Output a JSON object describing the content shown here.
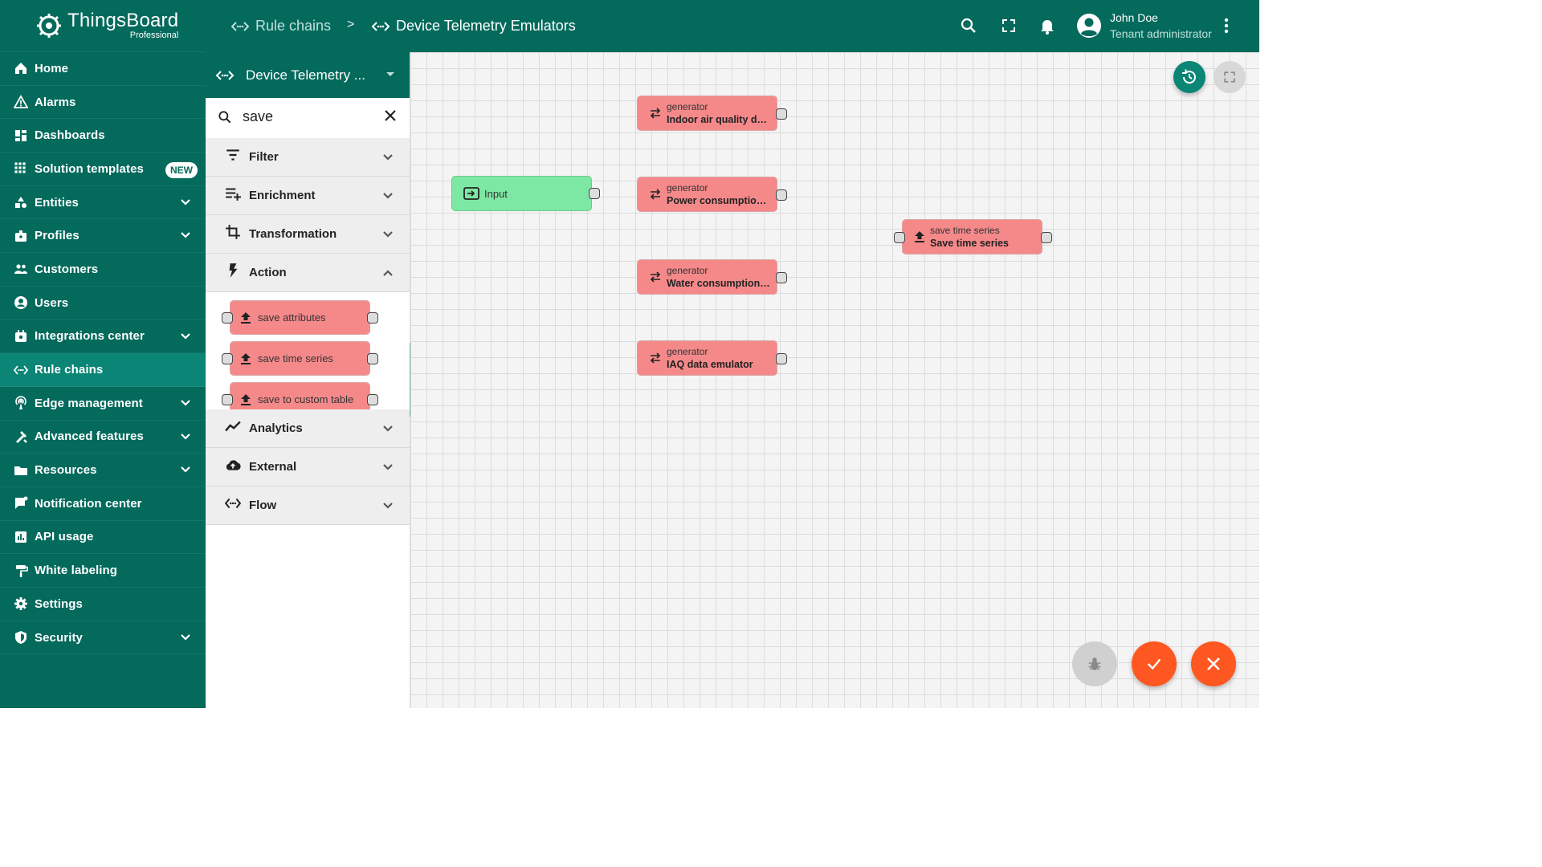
{
  "brand": {
    "name": "ThingsBoard",
    "edition": "Professional"
  },
  "sidebar": {
    "items": [
      {
        "label": "Home",
        "icon": "home-icon"
      },
      {
        "label": "Alarms",
        "icon": "warning-icon"
      },
      {
        "label": "Dashboards",
        "icon": "dashboard-icon"
      },
      {
        "label": "Solution templates",
        "icon": "apps-icon",
        "badge": "NEW"
      },
      {
        "label": "Entities",
        "icon": "category-icon",
        "expandable": true
      },
      {
        "label": "Profiles",
        "icon": "badge-icon",
        "expandable": true
      },
      {
        "label": "Customers",
        "icon": "people-icon"
      },
      {
        "label": "Users",
        "icon": "account-circle-icon"
      },
      {
        "label": "Integrations center",
        "icon": "integration-icon",
        "expandable": true
      },
      {
        "label": "Rule chains",
        "icon": "rule-chain-icon",
        "active": true
      },
      {
        "label": "Edge management",
        "icon": "router-icon",
        "expandable": true
      },
      {
        "label": "Advanced features",
        "icon": "construction-icon",
        "expandable": true
      },
      {
        "label": "Resources",
        "icon": "folder-icon",
        "expandable": true
      },
      {
        "label": "Notification center",
        "icon": "notification-icon"
      },
      {
        "label": "API usage",
        "icon": "insert-chart-icon"
      },
      {
        "label": "White labeling",
        "icon": "format-paint-icon"
      },
      {
        "label": "Settings",
        "icon": "settings-icon"
      },
      {
        "label": "Security",
        "icon": "security-icon",
        "expandable": true
      }
    ]
  },
  "header": {
    "breadcrumb_root": "Rule chains",
    "breadcrumb_separator": ">",
    "breadcrumb_current": "Device Telemetry Emulators",
    "user_name": "John Doe",
    "user_role": "Tenant administrator"
  },
  "library": {
    "chain_name": "Device Telemetry ...",
    "search_value": "save",
    "categories": [
      {
        "label": "Filter",
        "icon": "filter-icon",
        "expanded": false
      },
      {
        "label": "Enrichment",
        "icon": "enrichment-icon",
        "expanded": false
      },
      {
        "label": "Transformation",
        "icon": "transform-icon",
        "expanded": false
      },
      {
        "label": "Action",
        "icon": "flash-icon",
        "expanded": true
      },
      {
        "label": "Analytics",
        "icon": "analytics-icon",
        "expanded": false
      },
      {
        "label": "External",
        "icon": "cloud-upload-icon",
        "expanded": false
      },
      {
        "label": "Flow",
        "icon": "flow-icon",
        "expanded": false
      }
    ],
    "action_nodes": [
      "save attributes",
      "save time series",
      "save to custom table"
    ]
  },
  "canvas": {
    "input_node": "Input",
    "nodes": [
      {
        "type": "generator",
        "name": "Indoor air quality data..."
      },
      {
        "type": "generator",
        "name": "Power consumption d..."
      },
      {
        "type": "generator",
        "name": "Water consumption d..."
      },
      {
        "type": "generator",
        "name": "IAQ data emulator"
      },
      {
        "type": "save time series",
        "name": "Save time series"
      }
    ]
  },
  "colors": {
    "primary": "#036a5c",
    "active_nav": "#0b8575",
    "node_action": "#f5898a",
    "node_input": "#7de8a3",
    "fab_accent": "#ff5722"
  }
}
